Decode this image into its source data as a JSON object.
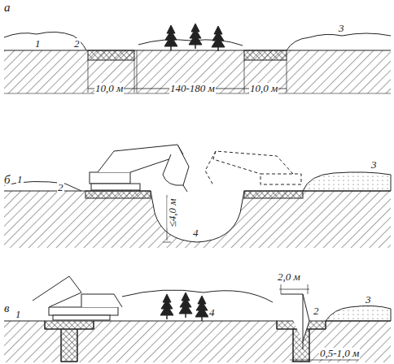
{
  "diagram": {
    "labels": [
      "а",
      "1",
      "2",
      "3",
      "10,0 м",
      "140-180 м",
      "10,0 м",
      "б",
      "1",
      "2",
      "3",
      "≤4,0 м",
      "4",
      "в",
      "1",
      "2",
      "3",
      "4",
      "2,0 м",
      "0,5-1,0 м"
    ]
  }
}
